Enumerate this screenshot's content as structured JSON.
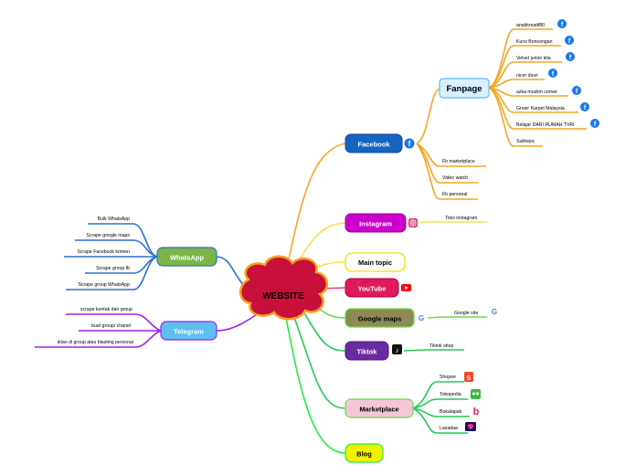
{
  "center": {
    "label": "WEBSITE"
  },
  "topics": {
    "facebook": {
      "label": "Facebook",
      "icon": "facebook-icon"
    },
    "fanpage": {
      "label": "Fanpage"
    },
    "instagram": {
      "label": "Instagram",
      "icon": "instagram-icon"
    },
    "main_topic": {
      "label": "Main topic"
    },
    "youtube": {
      "label": "YouTube",
      "icon": "youtube-icon"
    },
    "google_maps": {
      "label": "Google maps",
      "icon": "google-icon"
    },
    "tiktok": {
      "label": "Tiktok",
      "icon": "tiktok-icon"
    },
    "marketplace": {
      "label": "Marketplace"
    },
    "blog": {
      "label": "Blog"
    },
    "whatsapp": {
      "label": "WhatsApp"
    },
    "telegram": {
      "label": "Telegram"
    }
  },
  "fanpage_items": [
    "anakkreatif80",
    "Kursi Boncengan",
    "Velvet junior kita",
    "nicer dicer",
    "azka muslim corner",
    "Grosir Karpet Malaysia",
    "Belajar DARI RUMAH TVRI",
    "Subtopic"
  ],
  "facebook_items": [
    "Fb marketplace",
    "Video watch",
    "Fb personal"
  ],
  "instagram_items": [
    "Toko instagram"
  ],
  "google_maps_items": [
    "Google site"
  ],
  "tiktok_items": [
    "Tiktok shop"
  ],
  "marketplace_items": [
    "Shopee",
    "Tokopedia",
    "Bukalapak",
    "Lazadaa"
  ],
  "whatsapp_items": [
    "Bulk WhatsApp",
    "Scrape google maps",
    "Scrape Facebook komen",
    "Scrape group fb",
    "Scrape group WhatsApp"
  ],
  "telegram_items": [
    "scrape kontak dari group",
    "buat group/ chanel",
    "iklan di group atau blasting personal"
  ],
  "colors": {
    "facebook": "#1565c0",
    "instagram": "#cc00cc",
    "youtube": "#e0195a",
    "google_maps": "#8e8a55",
    "tiktok": "#6a2aa0",
    "marketplace": "#f5c6d6",
    "blog": "#f2f200",
    "whatsapp": "#7ab648",
    "telegram": "#5bc0f0",
    "center": "#c8103a"
  }
}
